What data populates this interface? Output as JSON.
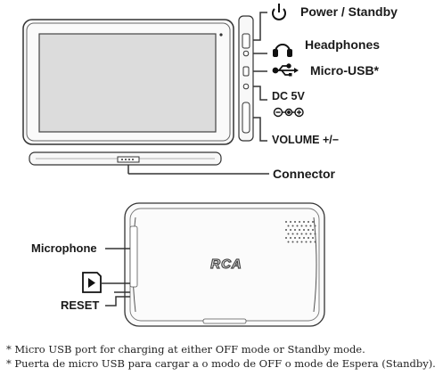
{
  "labels": {
    "power": "Power / Standby",
    "headphones": "Headphones",
    "micro_usb": "Micro-USB*",
    "dc_title": "DC 5V",
    "volume": "VOLUME  +/−",
    "connector": "Connector",
    "microphone": "Microphone",
    "reset": "RESET"
  },
  "brand": "RCA",
  "footnotes": [
    "*  Micro USB port for charging at either OFF mode or Standby mode.",
    "*  Puerta de micro USB para cargar a o modo de OFF o mode de Espera (Standby)."
  ],
  "icons": [
    "power-icon",
    "headphones-icon",
    "usb-icon",
    "dc-polarity-icon",
    "sd-card-icon"
  ],
  "colors": {
    "line": "#333333",
    "bezel_fill": "#f2f2f2",
    "screen": "#dcdcdc"
  }
}
